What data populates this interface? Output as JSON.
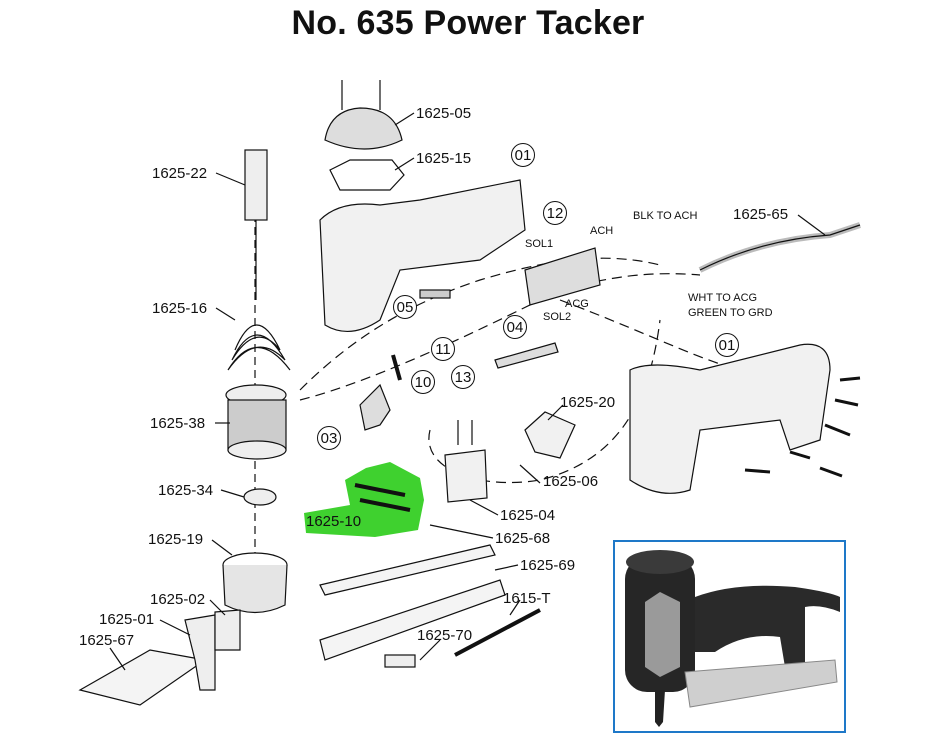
{
  "title": "No. 635 Power Tacker",
  "colors": {
    "highlight": "#3fd12f",
    "photo_border": "#1e78c8",
    "line": "#111111"
  },
  "part_labels": {
    "p1625_05": "1625-05",
    "p1625_15": "1625-15",
    "p1625_22": "1625-22",
    "p1625_65": "1625-65",
    "p1625_16": "1625-16",
    "p1625_38": "1625-38",
    "p1625_20": "1625-20",
    "p1625_06": "1625-06",
    "p1625_34": "1625-34",
    "p1625_04": "1625-04",
    "p1625_10": "1625-10",
    "p1625_19": "1625-19",
    "p1625_68": "1625-68",
    "p1625_69": "1625-69",
    "p1615_T": "1615-T",
    "p1625_02": "1625-02",
    "p1625_01": "1625-01",
    "p1625_67": "1625-67",
    "p1625_70": "1625-70"
  },
  "callouts": {
    "c01a": "01",
    "c12": "12",
    "c05": "05",
    "c04": "04",
    "c11": "11",
    "c01b": "01",
    "c13": "13",
    "c10": "10",
    "c03": "03"
  },
  "wiring_labels": {
    "blk_to_ach": "BLK TO ACH",
    "ach": "ACH",
    "sol1": "SOL1",
    "acg": "ACG",
    "sol2": "SOL2",
    "wht_to_acg": "WHT TO ACG",
    "green_to_grd": "GREEN TO GRD"
  }
}
